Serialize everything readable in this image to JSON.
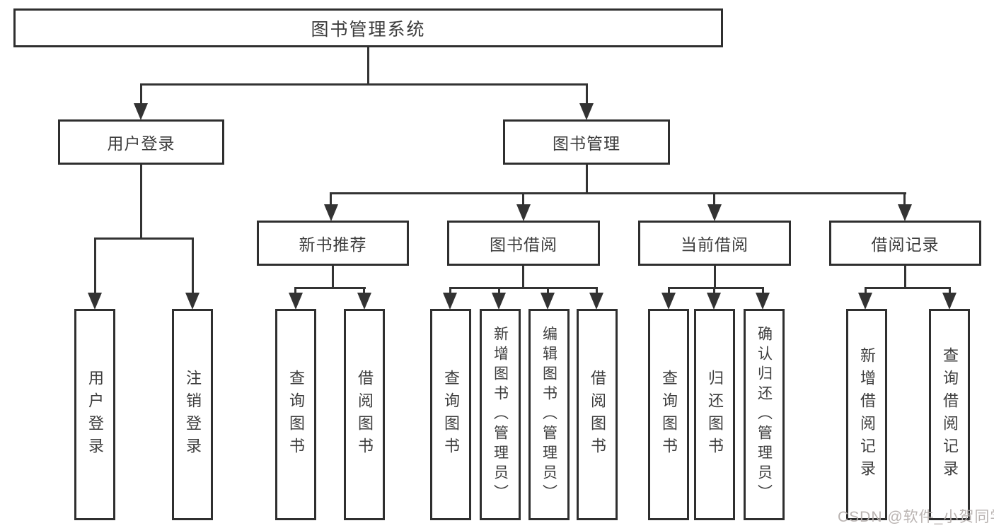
{
  "diagram": {
    "tree": {
      "label": "图书管理系统",
      "children": [
        {
          "label": "用户登录",
          "children": [
            {
              "label": "用户登录"
            },
            {
              "label": "注销登录"
            }
          ]
        },
        {
          "label": "图书管理",
          "children": [
            {
              "label": "新书推荐",
              "children": [
                {
                  "label": "查询图书"
                },
                {
                  "label": "借阅图书"
                }
              ]
            },
            {
              "label": "图书借阅",
              "children": [
                {
                  "label": "查询图书"
                },
                {
                  "label": "新增图书（管理员）"
                },
                {
                  "label": "编辑图书（管理员）"
                },
                {
                  "label": "借阅图书"
                }
              ]
            },
            {
              "label": "当前借阅",
              "children": [
                {
                  "label": "查询图书"
                },
                {
                  "label": "归还图书"
                },
                {
                  "label": "确认归还（管理员）"
                }
              ]
            },
            {
              "label": "借阅记录",
              "children": [
                {
                  "label": "新增借阅记录"
                },
                {
                  "label": "查询借阅记录"
                }
              ]
            }
          ]
        }
      ]
    },
    "watermark": {
      "text": "CSDN @软件_小贺同学"
    },
    "colors": {
      "line": "#333333",
      "box_border": "#2f2f2f",
      "text": "#3d3d3d",
      "watermark": "#b6b0ae",
      "background": "#ffffff"
    }
  }
}
